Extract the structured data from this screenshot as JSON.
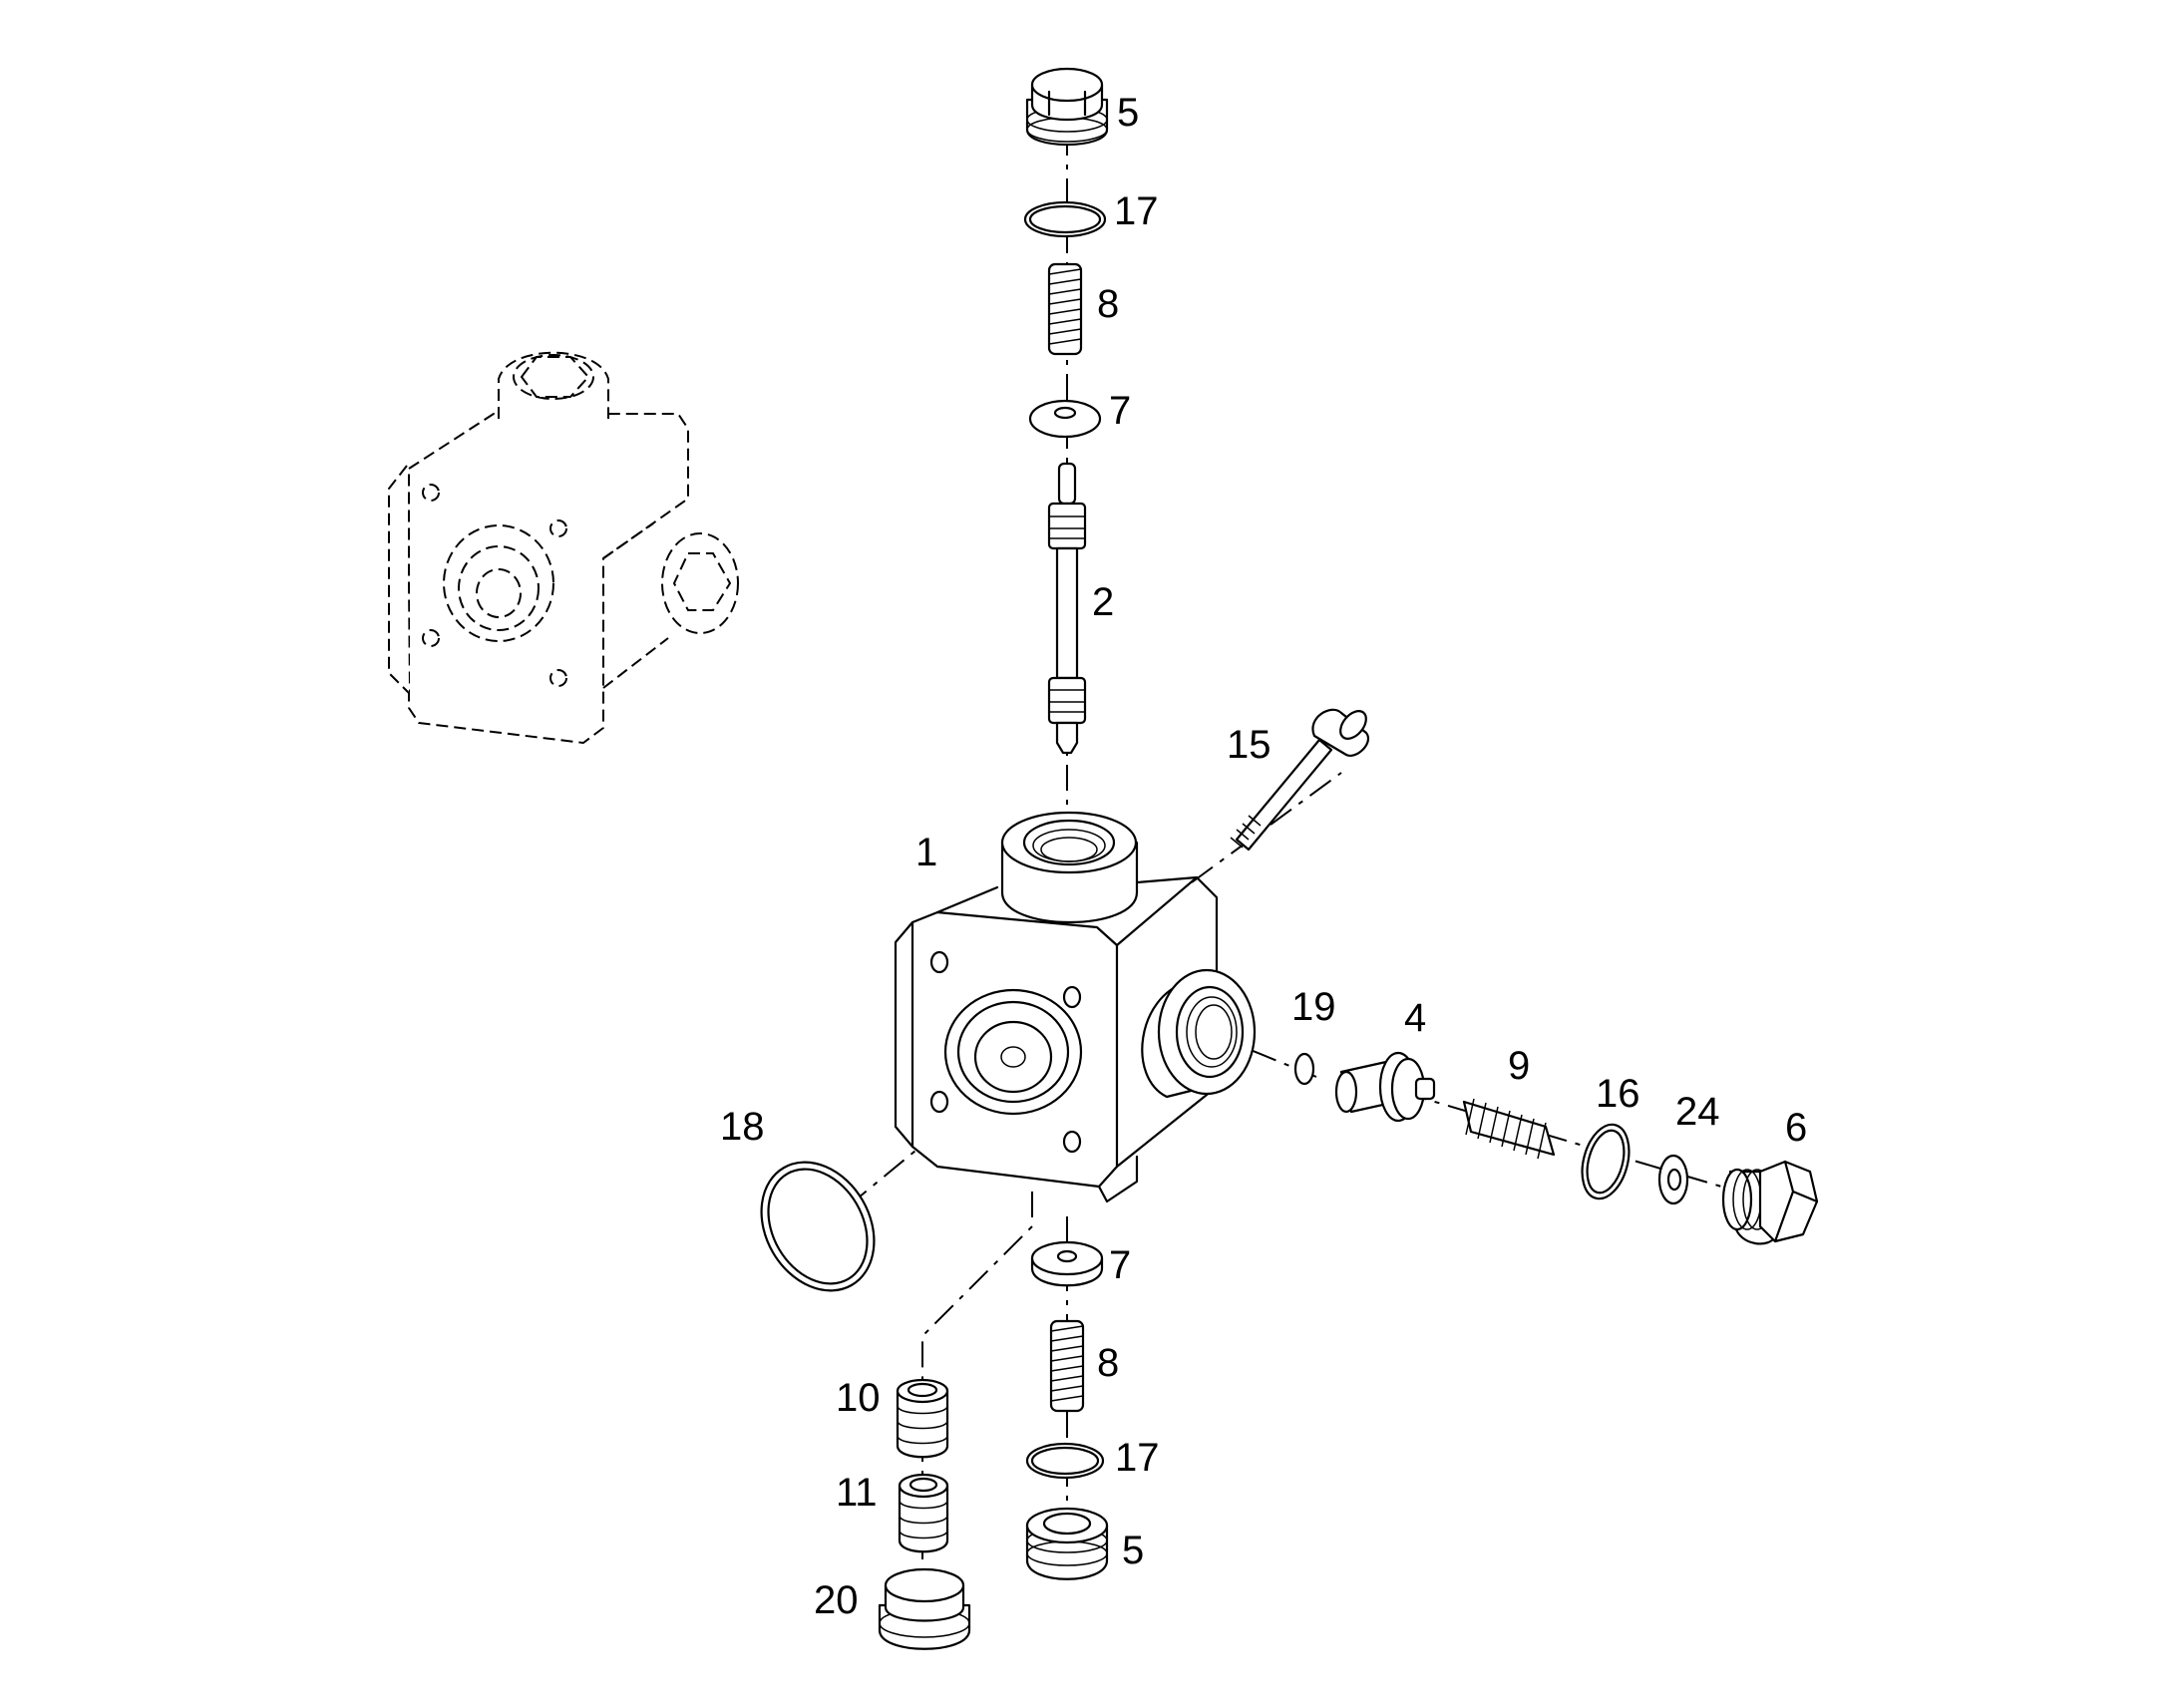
{
  "callouts": {
    "c1": "1",
    "c2": "2",
    "c4": "4",
    "c5_top": "5",
    "c5_bottom": "5",
    "c6": "6",
    "c7_top": "7",
    "c7_bottom": "7",
    "c8_top": "8",
    "c8_bottom": "8",
    "c9": "9",
    "c10": "10",
    "c11": "11",
    "c15": "15",
    "c16": "16",
    "c17_top": "17",
    "c17_bottom": "17",
    "c18": "18",
    "c19": "19",
    "c20": "20",
    "c24": "24"
  }
}
